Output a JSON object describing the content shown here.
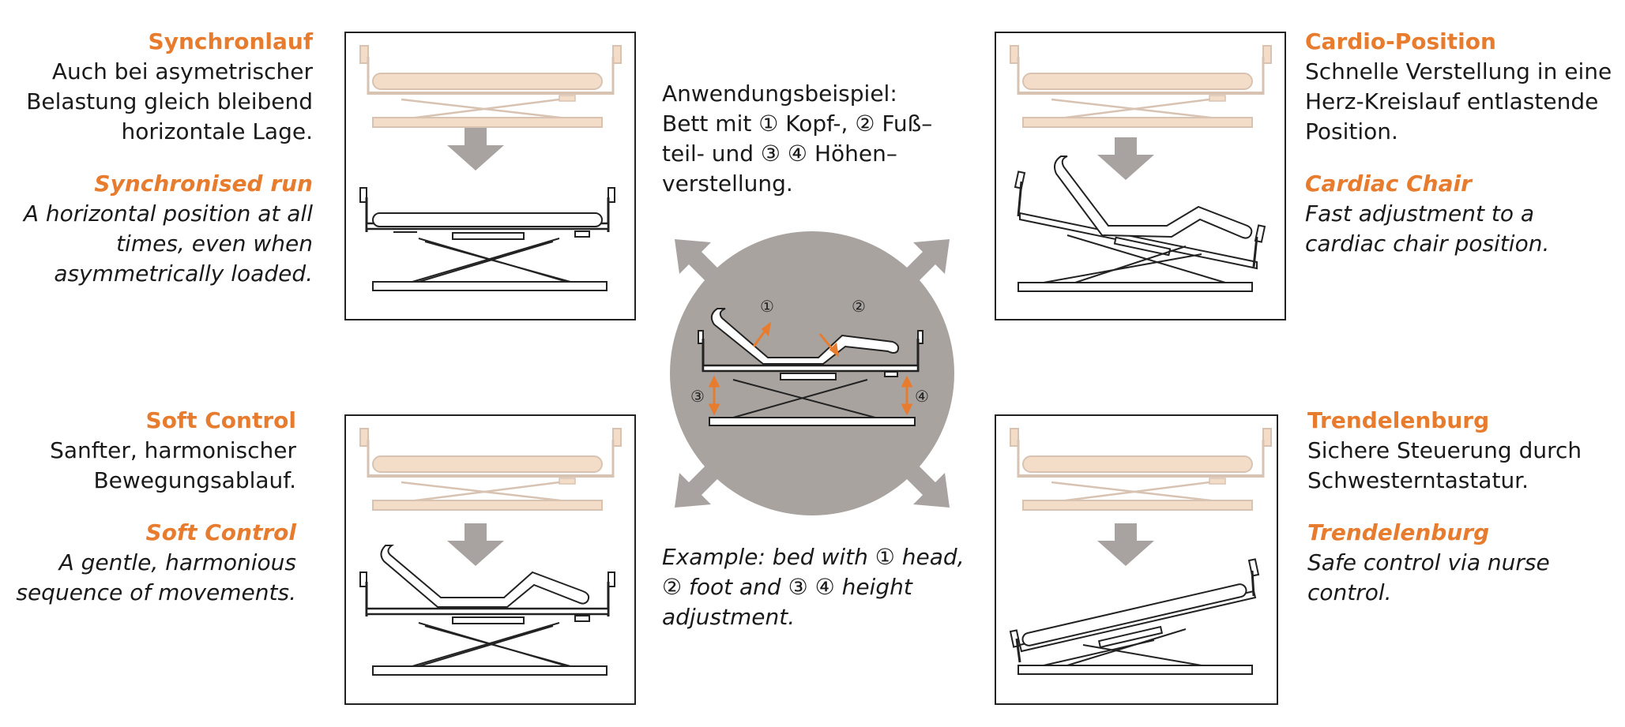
{
  "colors": {
    "accent": "#e87c2e",
    "circle": "#a9a3a0",
    "arrow": "#a8a3a0",
    "ghost": "#f4ddc8",
    "ghost_line": "#d8c3b2"
  },
  "top_left": {
    "heading_de": "Synchronlauf",
    "text_de": "Auch bei asymetrischer\nBelastung gleich bleibend\nhorizontale Lage.",
    "heading_en": "Synchronised run",
    "text_en": "A horizontal position at all\ntimes, even when\nasymmetrically loaded."
  },
  "bottom_left": {
    "heading_de": "Soft Control",
    "text_de": "Sanfter, harmonischer\nBewegungsablauf.",
    "heading_en": "Soft Control",
    "text_en": "A gentle, harmonious\nsequence of movements."
  },
  "top_right": {
    "heading_de": "Cardio-Position",
    "text_de": "Schnelle Verstellung in eine\nHerz-Kreislauf entlastende\nPosition.",
    "heading_en": "Cardiac Chair",
    "text_en": "Fast adjustment to a\ncardiac chair position."
  },
  "bottom_right": {
    "heading_de": "Trendelenburg",
    "text_de": "Sichere Steuerung durch\nSchwesterntastatur.",
    "heading_en": "Trendelenburg",
    "text_en": "Safe control via nurse\ncontrol."
  },
  "center": {
    "text_de": "Anwendungsbeispiel:\nBett mit ① Kopf-, ② Fuß–\nteil- und ③ ④ Höhen–\nverstellung.",
    "text_en": "Example: bed with ① head,\n② foot and ③ ④ height\nadjustment.",
    "markers": [
      "①",
      "②",
      "③",
      "④"
    ]
  }
}
